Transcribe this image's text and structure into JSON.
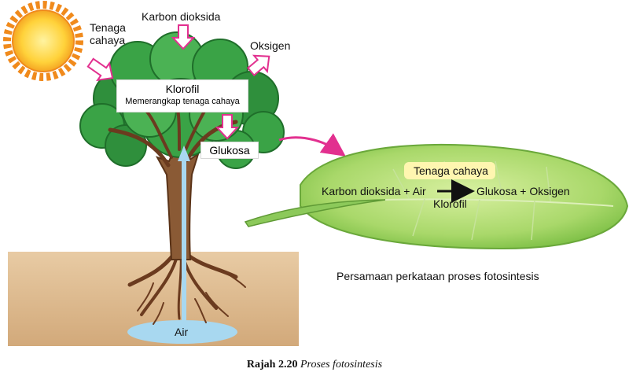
{
  "labels": {
    "light_energy": "Tenaga\ncahaya",
    "carbon_dioxide": "Karbon dioksida",
    "oxygen": "Oksigen",
    "chlorophyll_title": "Klorofil",
    "chlorophyll_sub": "Memerangkap tenaga cahaya",
    "glucose": "Glukosa",
    "water": "Air"
  },
  "equation": {
    "condition_top": "Tenaga cahaya",
    "reactants": "Karbon dioksida + Air",
    "products": "Glukosa + Oksigen",
    "condition_bottom": "Klorofil"
  },
  "equation_caption": "Persamaan perkataan proses fotosintesis",
  "figure_caption": {
    "number": "Rajah 2.20",
    "text": "Proses fotosintesis"
  },
  "colors": {
    "sun": "#f5a623",
    "arrow_outline": "#e2308f",
    "leaf": "#a9d86a",
    "canopy": "#3aa346",
    "trunk": "#7a4a2a",
    "soil": "#e8cba4",
    "water": "#a8d8f0"
  }
}
